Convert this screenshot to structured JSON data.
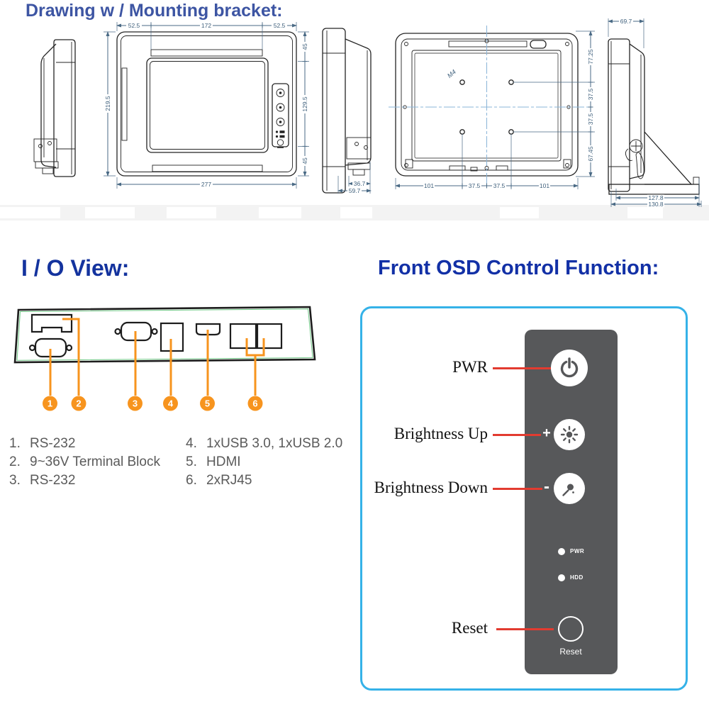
{
  "titles": {
    "drawing": "Drawing w / Mounting bracket:",
    "io": "I / O View:",
    "osd": "Front OSD Control Function:"
  },
  "colors": {
    "title_drawing_blue": "#3d55a3",
    "title_section_blue": "#14339e",
    "callout_orange": "#f7941e",
    "dimension_blue_gray": "#4a6a85",
    "osd_frame_blue": "#35b2e8",
    "osd_panel_gray": "#57585a",
    "leader_red": "#e23b30"
  },
  "front_view": {
    "dim_top_left": "52.5",
    "dim_top_center": "172",
    "dim_top_right": "52.5",
    "dim_left": "219.5",
    "dim_right_top": "45",
    "dim_right_center": "129.5",
    "dim_right_bottom": "45",
    "dim_bottom": "277"
  },
  "side_view": {
    "dim_bracket_depth": "36.7",
    "dim_depth": "59.7"
  },
  "rear_view": {
    "hole_label": "M4",
    "dim_right_1": "77.25",
    "dim_right_2": "37.5",
    "dim_right_3": "37.5",
    "dim_right_4": "67.45",
    "dim_bottom_1": "101",
    "dim_bottom_2": "37.5",
    "dim_bottom_3": "37.5",
    "dim_bottom_4": "101"
  },
  "bracket_view": {
    "dim_top": "69.7",
    "dim_bottom_inner": "127.8",
    "dim_bottom_outer": "130.8"
  },
  "io_view": {
    "callouts": [
      "1",
      "2",
      "3",
      "4",
      "5",
      "6"
    ],
    "legend": [
      {
        "num": "1.",
        "label": "RS-232"
      },
      {
        "num": "2.",
        "label": "9~36V Terminal Block"
      },
      {
        "num": "3.",
        "label": "RS-232"
      },
      {
        "num": "4.",
        "label": "1xUSB 3.0, 1xUSB 2.0"
      },
      {
        "num": "5.",
        "label": "HDMI"
      },
      {
        "num": "6.",
        "label": "2xRJ45"
      }
    ]
  },
  "osd": {
    "pwr_label": "PWR",
    "brightness_up_label": "Brightness Up",
    "brightness_down_label": "Brightness Down",
    "reset_label": "Reset",
    "plus": "+",
    "minus": "-",
    "led_pwr": "PWR",
    "led_hdd": "HDD",
    "reset_caption": "Reset"
  }
}
